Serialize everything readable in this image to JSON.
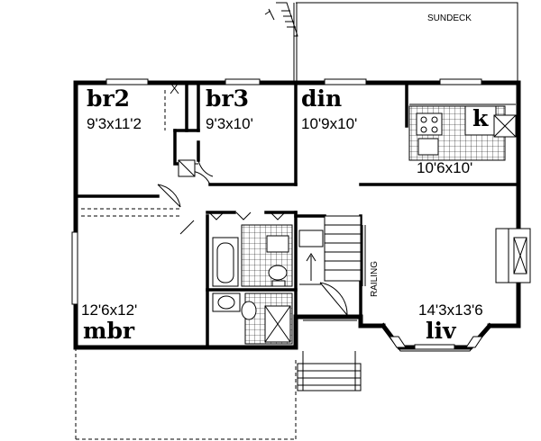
{
  "rooms": {
    "br2": {
      "name": "br2",
      "size": "9'3x11'2"
    },
    "br3": {
      "name": "br3",
      "size": "9'3x10'"
    },
    "din": {
      "name": "din",
      "size": "10'9x10'"
    },
    "kitchen": {
      "name": "k",
      "size": "10'6x10'"
    },
    "mbr": {
      "name": "mbr",
      "size": "12'6x12'"
    },
    "liv": {
      "name": "liv",
      "size": "14'3x13'6"
    }
  },
  "labels": {
    "sundeck": "SUNDECK",
    "railing": "RAILING"
  }
}
